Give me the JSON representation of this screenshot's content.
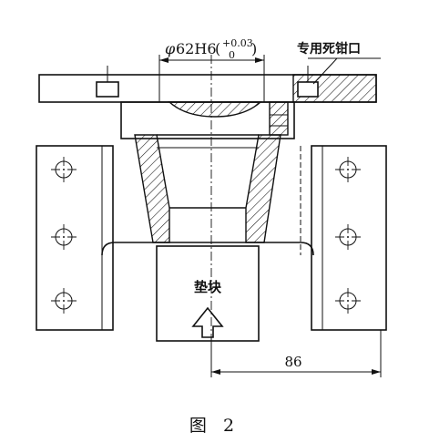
{
  "diameter_label": {
    "symbol": "φ",
    "text": "62H6",
    "tol_upper": "+0.03",
    "tol_lower": "0"
  },
  "callout_label": "专用死钳口",
  "block_label": "垫块",
  "dimension_value": "86",
  "caption": {
    "prefix": "图",
    "number": "2"
  }
}
